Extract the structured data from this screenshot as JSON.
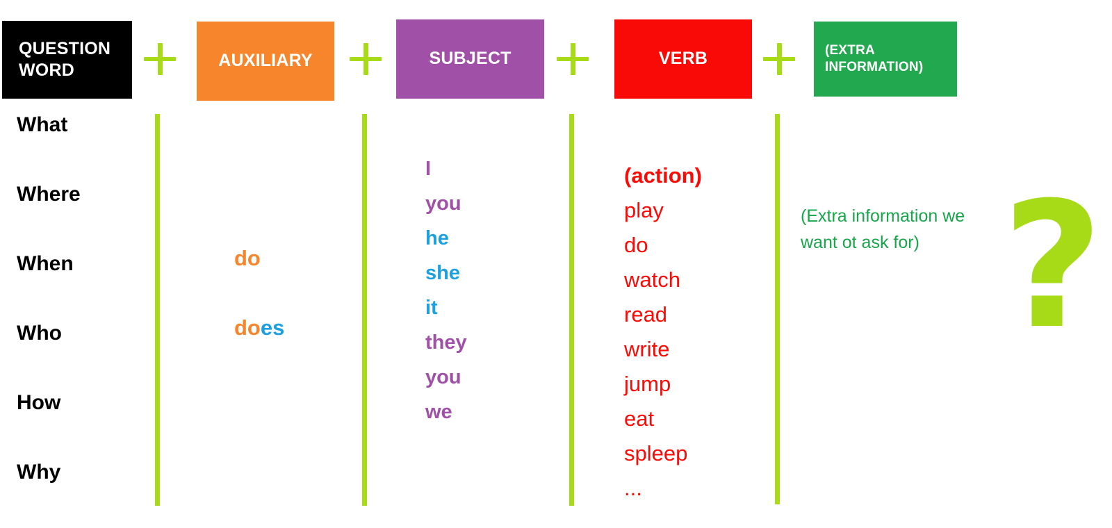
{
  "colors": {
    "accent_green": "#A8DB17",
    "question_word_bg": "#000000",
    "auxiliary_bg": "#F7852B",
    "subject_bg": "#A150A8",
    "verb_bg": "#F90A06",
    "extra_bg": "#22A94F",
    "blue_text": "#1BA0E2",
    "purple_text": "#A150A8",
    "red_text": "#FB0A06",
    "green_text": "#17A649",
    "orange_text": "#F7852B"
  },
  "header": {
    "question_word": "QUESTION WORD",
    "auxiliary": "AUXILIARY",
    "subject": "SUBJECT",
    "verb": "VERB",
    "extra_information": "(EXTRA INFORMATION)",
    "plus_symbol": "+"
  },
  "columns": {
    "question_words": [
      "What",
      "Where",
      "When",
      "Who",
      "How",
      "Why"
    ],
    "auxiliary": [
      {
        "stem": "do",
        "suffix": ""
      },
      {
        "stem": "do",
        "suffix": "es"
      }
    ],
    "subjects": [
      {
        "text": "I",
        "color": "purple"
      },
      {
        "text": "you",
        "color": "purple"
      },
      {
        "text": "he",
        "color": "blue"
      },
      {
        "text": "she",
        "color": "blue"
      },
      {
        "text": "it",
        "color": "blue"
      },
      {
        "text": "they",
        "color": "purple"
      },
      {
        "text": "you",
        "color": "purple"
      },
      {
        "text": "we",
        "color": "purple"
      }
    ],
    "verbs": [
      {
        "text": "(action)",
        "bold": true
      },
      {
        "text": "play",
        "bold": false
      },
      {
        "text": "do",
        "bold": false
      },
      {
        "text": "watch",
        "bold": false
      },
      {
        "text": "read",
        "bold": false
      },
      {
        "text": "write",
        "bold": false
      },
      {
        "text": "jump",
        "bold": false
      },
      {
        "text": "eat",
        "bold": false
      },
      {
        "text": "spleep",
        "bold": false
      },
      {
        "text": "...",
        "bold": false
      }
    ],
    "extra_note": "(Extra information we want ot ask for)"
  },
  "question_mark": "?"
}
